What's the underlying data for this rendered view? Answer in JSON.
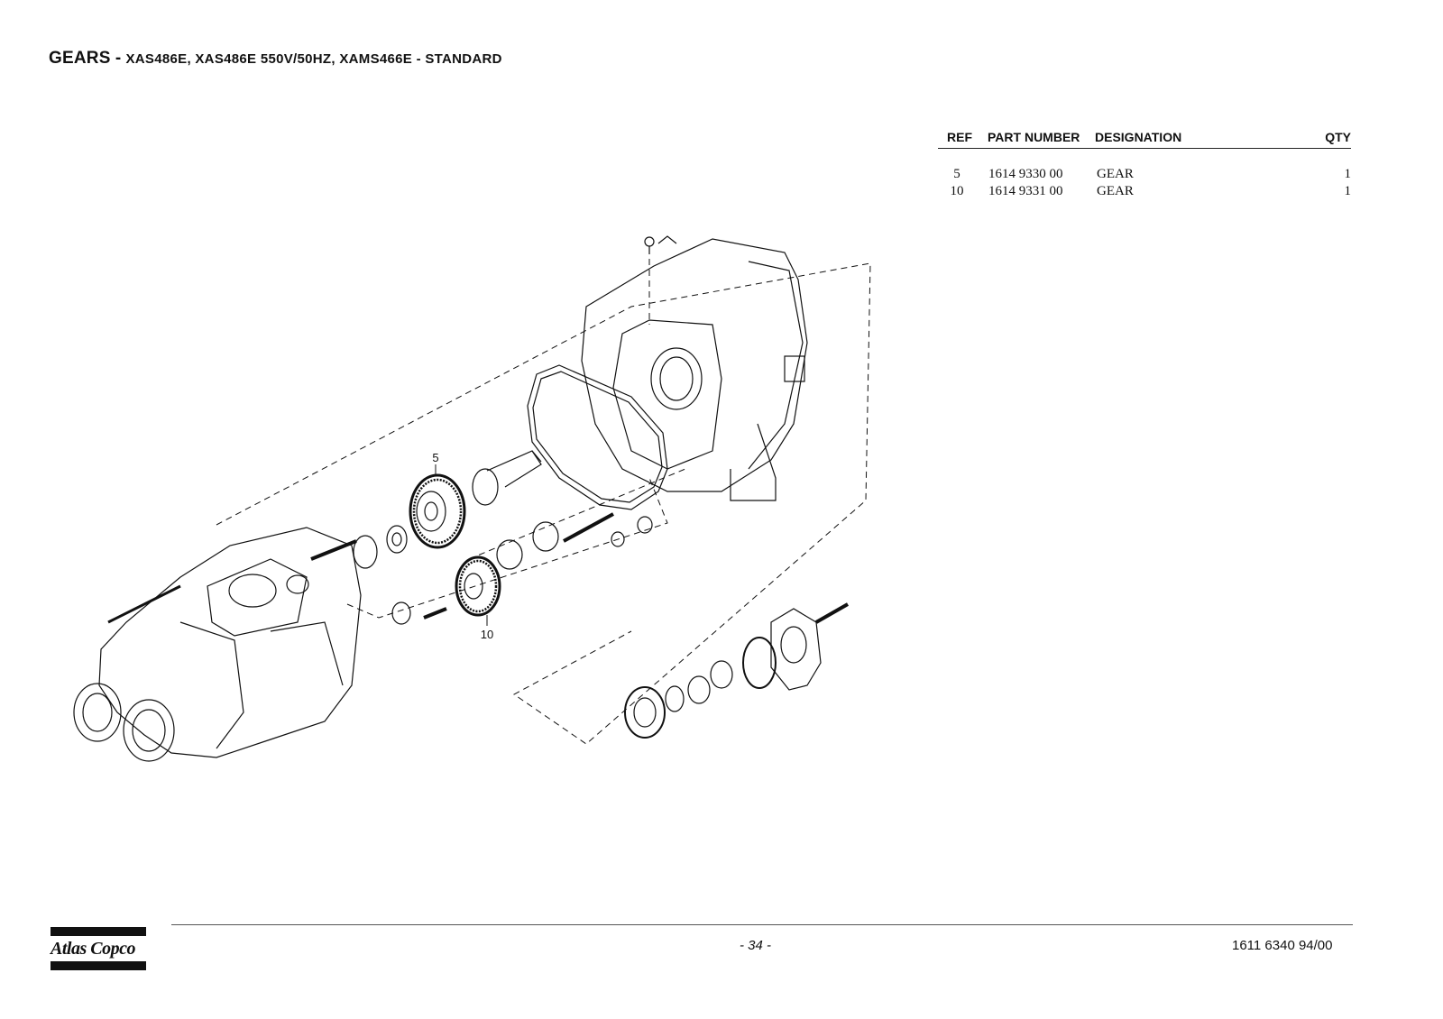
{
  "header": {
    "title_main": "GEARS",
    "title_sep": " - ",
    "title_sub": "XAS486E, XAS486E 550V/50HZ, XAMS466E - STANDARD"
  },
  "parts_table": {
    "columns": {
      "ref": "REF",
      "part_number": "PART NUMBER",
      "designation": "DESIGNATION",
      "qty": "QTY"
    },
    "rows": [
      {
        "ref": "5",
        "part_number": "1614 9330 00",
        "designation": "GEAR",
        "qty": "1"
      },
      {
        "ref": "10",
        "part_number": "1614 9331 00",
        "designation": "GEAR",
        "qty": "1"
      }
    ]
  },
  "drawing": {
    "callouts": [
      {
        "label": "5"
      },
      {
        "label": "10"
      }
    ]
  },
  "footer": {
    "logo_text": "Atlas Copco",
    "page_number": "- 34 -",
    "document_number": "1611 6340 94/00"
  }
}
